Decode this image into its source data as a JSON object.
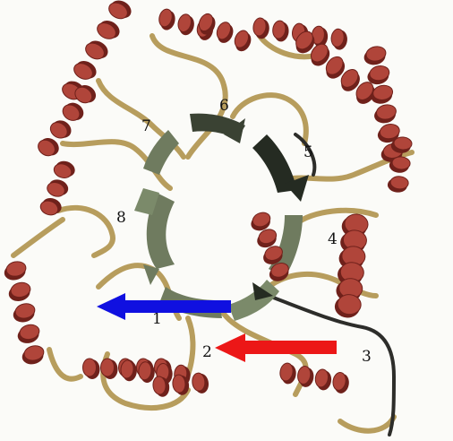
{
  "figure": {
    "strand_labels": [
      "1",
      "2",
      "3",
      "4",
      "5",
      "6",
      "7",
      "8"
    ],
    "colors": {
      "helix": "#b0453a",
      "helix_shadow": "#6f211b",
      "loop": "#b79d5d",
      "sheet": "#6f7b5f",
      "sheet_dark": "#252b22",
      "arrow_blue": "#1010e0",
      "arrow_red": "#ec1717",
      "background": "#fbfbf8"
    },
    "arrows": [
      {
        "name": "blue-arrow",
        "color_key": "arrow_blue"
      },
      {
        "name": "red-arrow",
        "color_key": "arrow_red"
      }
    ]
  }
}
